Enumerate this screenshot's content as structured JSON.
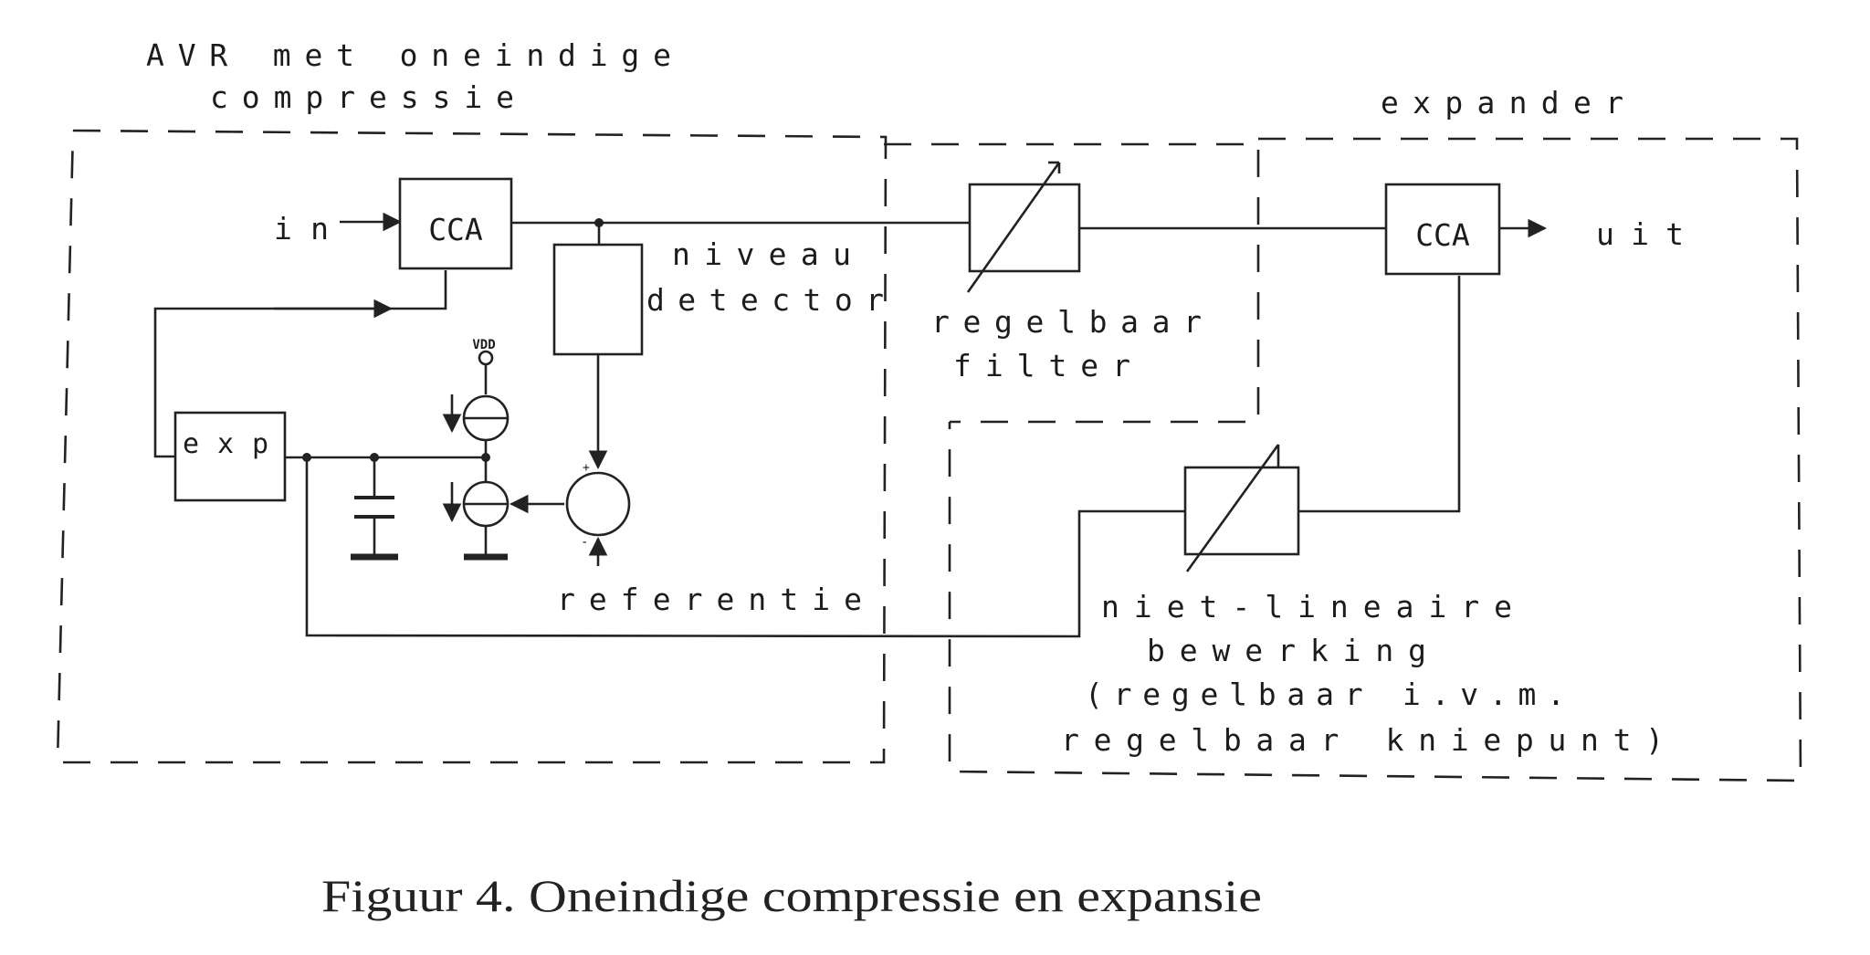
{
  "labels": {
    "avr_line1": "AVR met oneindige",
    "avr_line2": "compressie",
    "expander": "expander",
    "in": "in",
    "cca_left": "CCA",
    "cca_right": "CCA",
    "uit": "uit",
    "niveau": "niveau",
    "detector": "detector",
    "regelbaar": "regelbaar",
    "filter": "filter",
    "exp": "exp",
    "vdd": "VDD",
    "referentie": "referentie",
    "plus_sign": "+",
    "minus_sign": "-",
    "nl_line1": "niet-lineaire",
    "nl_line2": "bewerking",
    "nl_line3": "(regelbaar i.v.m.",
    "nl_line4": "regelbaar kniepunt)"
  },
  "caption": "Figuur 4. Oneindige compressie en expansie"
}
